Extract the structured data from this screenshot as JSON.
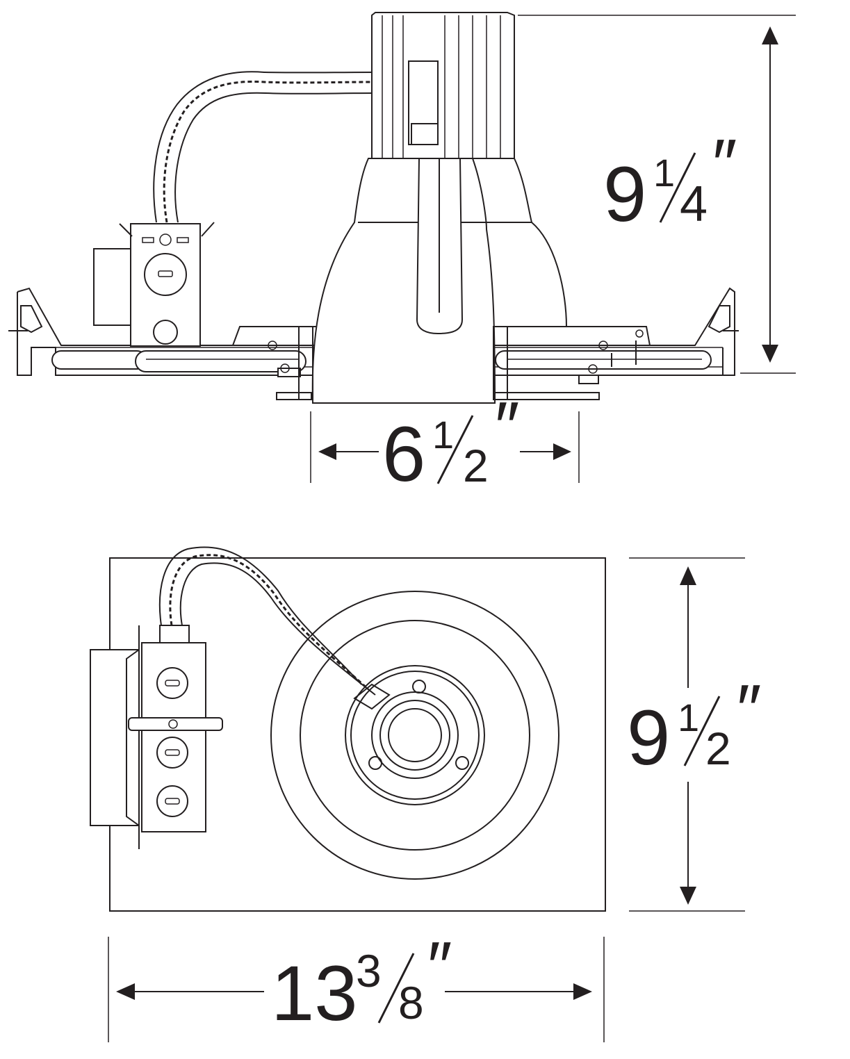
{
  "dimensions": {
    "height_elevation": {
      "whole": "9",
      "num": "1",
      "den": "4",
      "unit": "″"
    },
    "aperture_width": {
      "whole": "6",
      "num": "1",
      "den": "2",
      "unit": "″"
    },
    "plan_depth": {
      "whole": "9",
      "num": "1",
      "den": "2",
      "unit": "″"
    },
    "plan_width": {
      "whole": "13",
      "num": "3",
      "den": "8",
      "unit": "″"
    }
  },
  "colors": {
    "line": "#231f20",
    "background": "#ffffff"
  }
}
